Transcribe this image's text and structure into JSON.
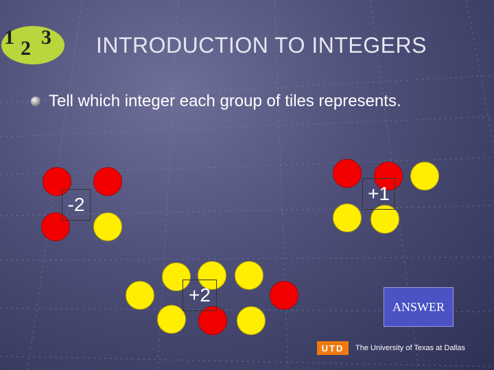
{
  "slide": {
    "title": "INTRODUCTION TO INTEGERS",
    "bullet": "Tell which integer each group of tiles represents.",
    "logo_digits": [
      "1",
      "2",
      "3"
    ],
    "answer_button": "ANSWER",
    "footer": {
      "logo_text": "UTD",
      "text": "The University of Texas at Dallas"
    }
  },
  "groups": [
    {
      "label": "-2",
      "tiles": [
        "red",
        "red",
        "red",
        "yellow"
      ]
    },
    {
      "label": "+1",
      "tiles": [
        "red",
        "red",
        "yellow",
        "yellow",
        "yellow"
      ]
    },
    {
      "label": "+2",
      "tiles": [
        "yellow",
        "yellow",
        "yellow",
        "yellow",
        "yellow",
        "yellow",
        "red",
        "red"
      ]
    }
  ],
  "colors": {
    "positive_tile": "#ffee00",
    "negative_tile": "#f20000",
    "answer_button": "#4a52c4"
  }
}
